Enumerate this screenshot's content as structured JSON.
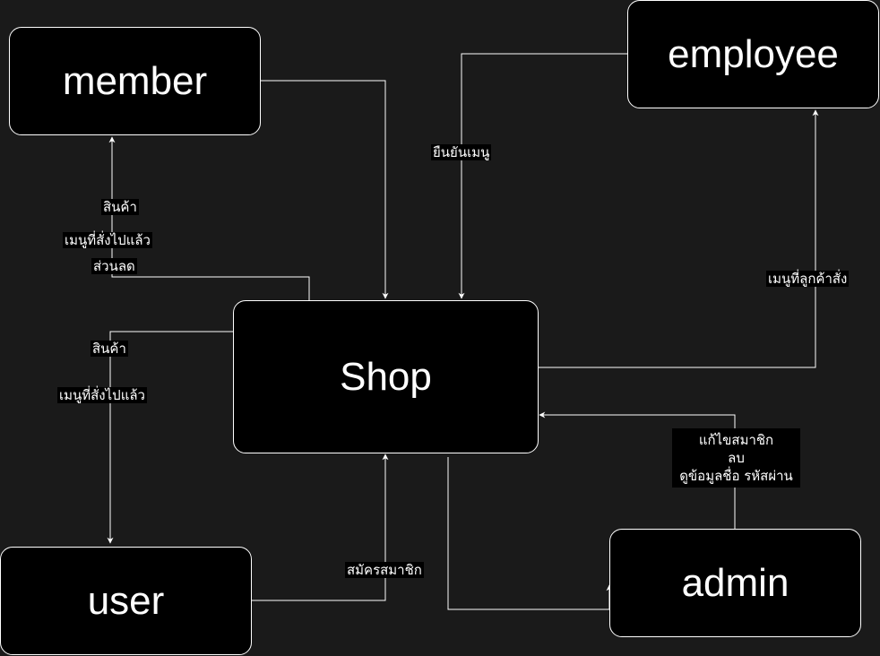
{
  "nodes": {
    "member": "member",
    "employee": "employee",
    "shop": "Shop",
    "user": "user",
    "admin": "admin"
  },
  "edges": {
    "shop_to_member": {
      "labels": [
        "สินค้า",
        "เมนูที่สั่งไปแล้ว",
        "ส่วนลด"
      ]
    },
    "employee_to_shop": {
      "label": "ยืนยันเมนู"
    },
    "shop_to_employee": {
      "label": "เมนูที่ลูกค้าสั่ง"
    },
    "shop_to_user": {
      "labels": [
        "สินค้า",
        "เมนูที่สั่งไปแล้ว"
      ]
    },
    "user_to_shop": {
      "label": "สมัครสมาชิก"
    },
    "admin_to_shop": {
      "lines": [
        "แก้ไขสมาชิก",
        "ลบ",
        "ดูข้อมูลชื่อ รหัสผ่าน"
      ]
    }
  },
  "colors": {
    "background": "#1a1a1a",
    "node_fill": "#000000",
    "stroke": "#ffffff",
    "text": "#ffffff"
  }
}
